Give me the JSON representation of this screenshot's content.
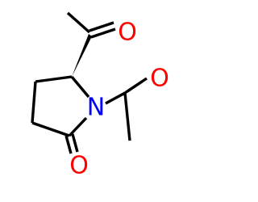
{
  "molecule": {
    "atoms": {
      "nitrogen": {
        "symbol": "N",
        "color": "#0000ff"
      },
      "oxygen_acetyl_top": {
        "symbol": "O",
        "color": "#ff0000"
      },
      "oxygen_acetyl_n": {
        "symbol": "O",
        "color": "#ff0000"
      },
      "oxygen_lactam": {
        "symbol": "O",
        "color": "#ff0000"
      }
    },
    "bond_color": "#000000",
    "stereo": "wedge"
  }
}
